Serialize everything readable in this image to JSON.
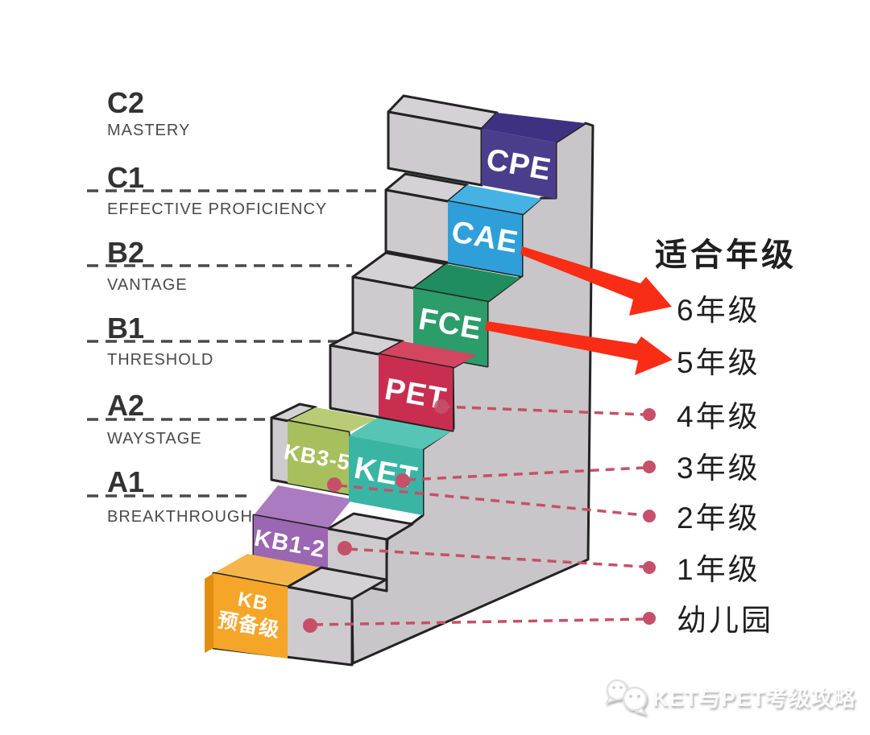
{
  "title": "Cambridge exams staircase diagram",
  "cefr_levels": [
    {
      "code": "C2",
      "name": "MASTERY"
    },
    {
      "code": "C1",
      "name": "EFFECTIVE PROFICIENCY"
    },
    {
      "code": "B2",
      "name": "VANTAGE"
    },
    {
      "code": "B1",
      "name": "THRESHOLD"
    },
    {
      "code": "A2",
      "name": "WAYSTAGE"
    },
    {
      "code": "A1",
      "name": "BREAKTHROUGH"
    }
  ],
  "exam_levels": [
    {
      "id": "kb",
      "label_line1": "KB",
      "label_line2": "预备级",
      "front": "#F5A528",
      "top": "#F6B54B",
      "side": "#E08E12"
    },
    {
      "id": "kb12",
      "label": "KB1-2",
      "front": "#9B67B3",
      "top": "#AA7BC0"
    },
    {
      "id": "kb35",
      "label": "KB3-5",
      "front": "#A8BF5E",
      "top": "#B9CB76"
    },
    {
      "id": "ket",
      "label": "KET",
      "front": "#3AB5A4",
      "top": "#57C5B5"
    },
    {
      "id": "pet",
      "label": "PET",
      "front": "#C92E50",
      "top": "#D4455F"
    },
    {
      "id": "fce",
      "label": "FCE",
      "front": "#2B9C6A",
      "top": "#1F8D5F"
    },
    {
      "id": "cae",
      "label": "CAE",
      "front": "#2E9FD9",
      "top": "#45B2E3"
    },
    {
      "id": "cpe",
      "label": "CPE",
      "front": "#4A3D8C",
      "top": "#3E3182"
    }
  ],
  "grades": {
    "header": "适合年级",
    "items": [
      {
        "label": "6年级",
        "connector": "arrow",
        "maps_to": "CAE"
      },
      {
        "label": "5年级",
        "connector": "arrow",
        "maps_to": "FCE"
      },
      {
        "label": "4年级",
        "connector": "dashed",
        "maps_to": "PET"
      },
      {
        "label": "3年级",
        "connector": "dashed",
        "maps_to": "KET"
      },
      {
        "label": "2年级",
        "connector": "dashed",
        "maps_to": "KB3-5"
      },
      {
        "label": "1年级",
        "connector": "dashed",
        "maps_to": "KB1-2"
      },
      {
        "label": "幼儿园",
        "connector": "dashed",
        "maps_to": "KB预备级"
      }
    ]
  },
  "watermark": {
    "text": "KET与PET考级攻略"
  },
  "colors": {
    "arrow_red": "#F92C16",
    "connector_pink": "#C6506A",
    "ink": "#232323",
    "step_gray": "#CDCBCD",
    "tread_gray": "#D4D2D4",
    "wall_gray": "#C8C6C8",
    "text_dark": "#1F1F1F",
    "text_code": "#333333",
    "text_sub": "#4A4A4A"
  }
}
